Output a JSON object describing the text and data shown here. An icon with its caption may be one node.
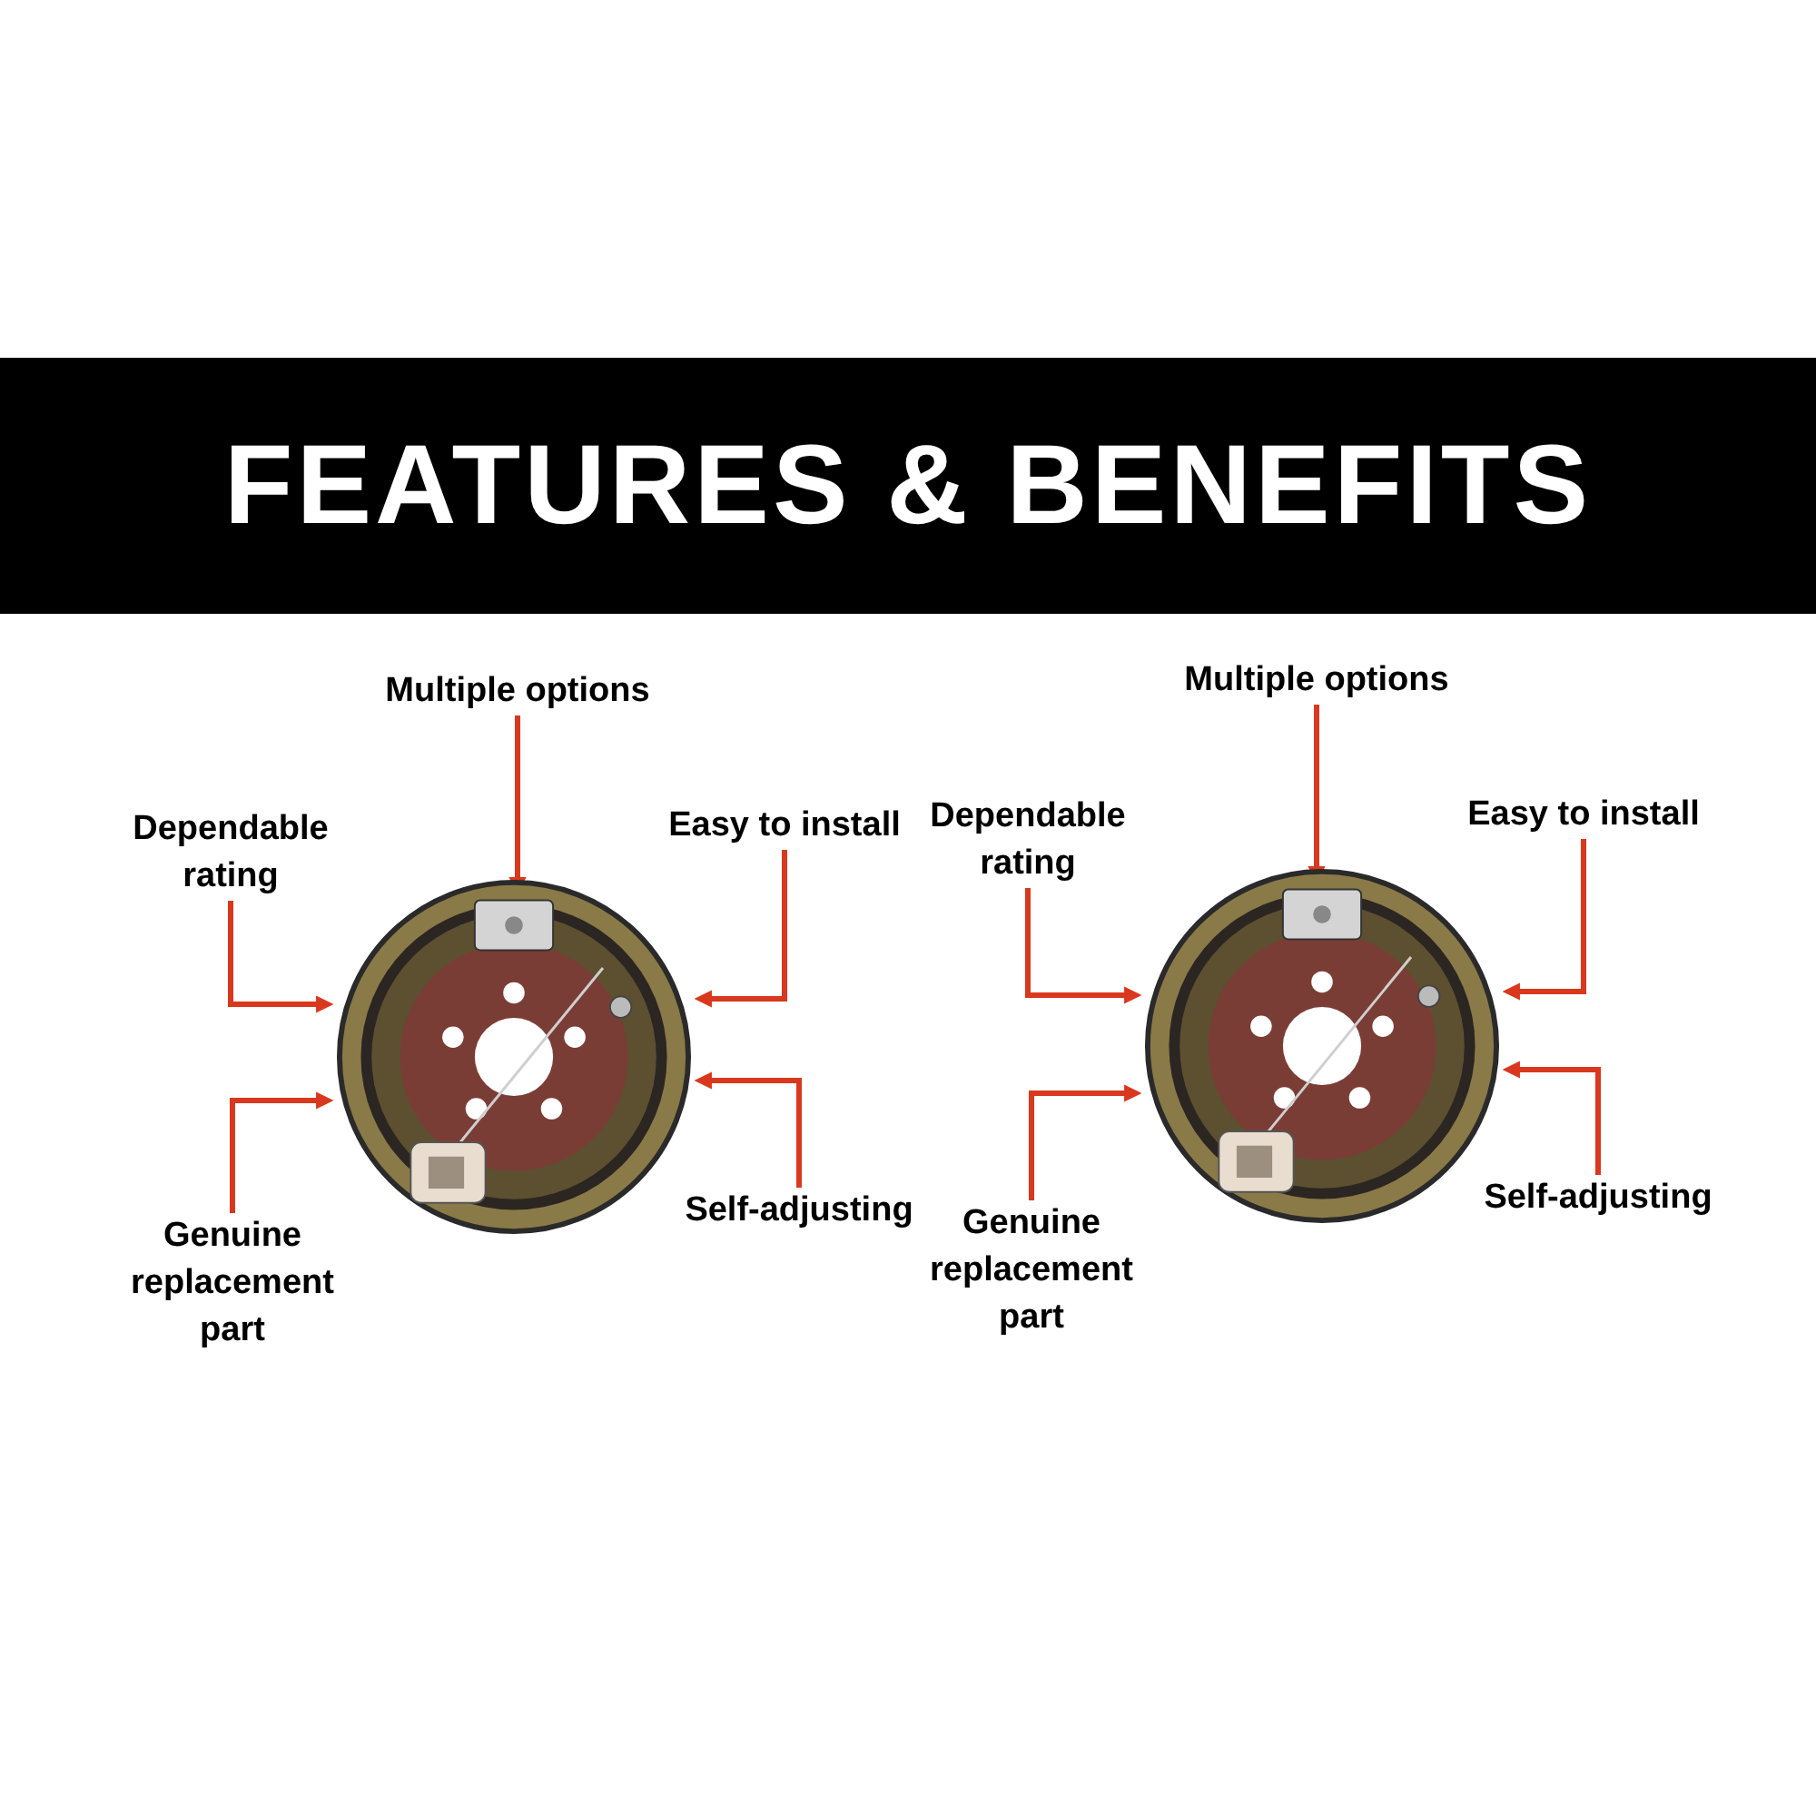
{
  "diagram": {
    "title": "FEATURES & BENEFITS",
    "nodes": [
      {
        "text": [],
        "shape": "picture"
      },
      {
        "text": [
          "Multiple options"
        ]
      },
      {
        "text": [
          "Dependable rating"
        ]
      },
      {
        "text": [
          "Easy to install"
        ]
      },
      {
        "text": [
          "Genuine replacement part"
        ]
      },
      {
        "text": [
          "Self-adjusting"
        ]
      },
      {
        "text": [],
        "shape": "picture"
      },
      {
        "text": [
          "Multiple options"
        ]
      },
      {
        "text": [
          "Dependable rating"
        ]
      },
      {
        "text": [
          "Easy to install"
        ]
      },
      {
        "text": [
          "Genuine replacement part"
        ]
      },
      {
        "text": [
          "Self-adjusting"
        ]
      }
    ],
    "edges": [
      {
        "from": 1,
        "to": 0,
        "arrow": "to"
      },
      {
        "from": 2,
        "to": 0,
        "arrow": "to"
      },
      {
        "from": 3,
        "to": 0,
        "arrow": "to"
      },
      {
        "from": 4,
        "to": 0,
        "arrow": "to"
      },
      {
        "from": 5,
        "to": 0,
        "arrow": "to"
      },
      {
        "from": 7,
        "to": 6,
        "arrow": "to"
      },
      {
        "from": 8,
        "to": 6,
        "arrow": "to"
      },
      {
        "from": 9,
        "to": 6,
        "arrow": "to"
      },
      {
        "from": 10,
        "to": 6,
        "arrow": "to"
      },
      {
        "from": 11,
        "to": 6,
        "arrow": "to"
      }
    ]
  }
}
